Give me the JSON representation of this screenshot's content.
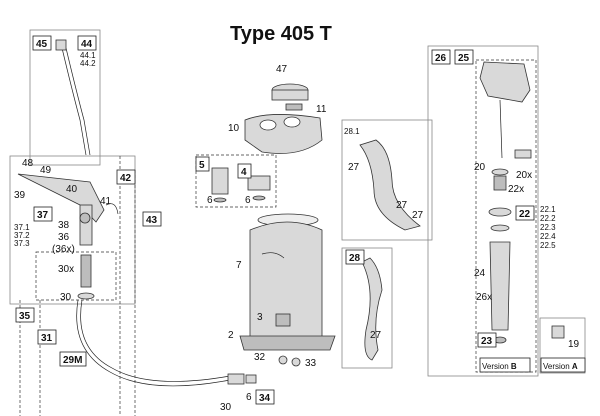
{
  "title": "Type 405 T",
  "boxed_labels": [
    "45",
    "44",
    "42",
    "37",
    "43",
    "35",
    "31",
    "5",
    "4",
    "26",
    "25",
    "22",
    "28",
    "23",
    "34",
    "29M"
  ],
  "labels": {
    "l47": "47",
    "l11": "11",
    "l10": "10",
    "l6a": "6",
    "l6b": "6",
    "l7": "7",
    "l3": "3",
    "l2": "2",
    "l32": "32",
    "l33": "33",
    "l6c": "6",
    "l30b": "30",
    "l48": "48",
    "l49": "49",
    "l39": "39",
    "l40": "40",
    "l41": "41",
    "l38": "38",
    "l36": "36",
    "l36x": "(36x)",
    "l30x": "30x",
    "l30a": "30",
    "l371": "37.1",
    "l372": "37.2",
    "l373": "37.3",
    "l441": "44.1",
    "l442": "44.2",
    "l281": "28.1",
    "l27a": "27",
    "l27b": "27",
    "l27c": "27",
    "l27d": "27",
    "l20": "20",
    "l20x": "20x",
    "l22x": "22x",
    "l24": "24",
    "l26x": "26x",
    "l19": "19",
    "l221": "22.1",
    "l222": "22.2",
    "l223": "22.3",
    "l224": "22.4",
    "l225": "22.5",
    "versionB_prefix": "Version ",
    "versionB_letter": "B",
    "versionA_prefix": "Version ",
    "versionA_letter": "A"
  }
}
